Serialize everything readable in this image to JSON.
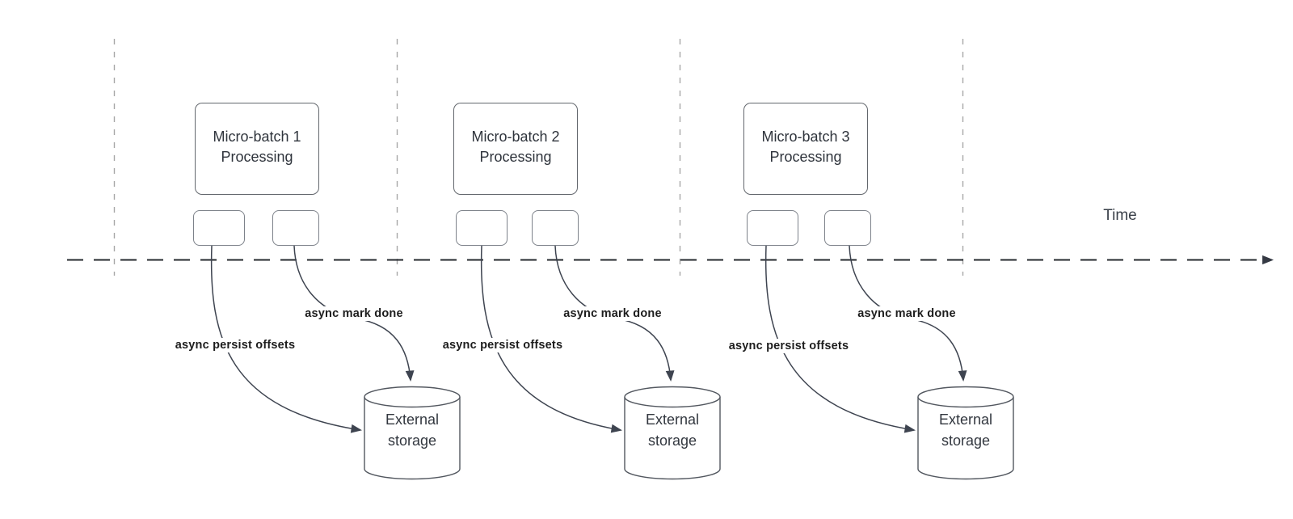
{
  "time_axis_label": "Time",
  "groups": [
    {
      "title": "Micro-batch 1\nProcessing",
      "persist_label": "async persist offsets",
      "mark_done_label": "async mark done",
      "storage_label": "External\nstorage"
    },
    {
      "title": "Micro-batch 2\nProcessing",
      "persist_label": "async persist offsets",
      "mark_done_label": "async mark done",
      "storage_label": "External\nstorage"
    },
    {
      "title": "Micro-batch 3\nProcessing",
      "persist_label": "async persist offsets",
      "mark_done_label": "async mark done",
      "storage_label": "External\nstorage"
    }
  ],
  "colors": {
    "arrow_stroke": "#3e4450",
    "timeline_stroke": "#24282e",
    "shape_border": "#63676d",
    "small_shape_border": "#7d828a",
    "cylinder_border": "#52575f",
    "divider_gray": "#a7a7a7",
    "label_text": "#1d1d1d",
    "body_text": "#2f343c"
  }
}
